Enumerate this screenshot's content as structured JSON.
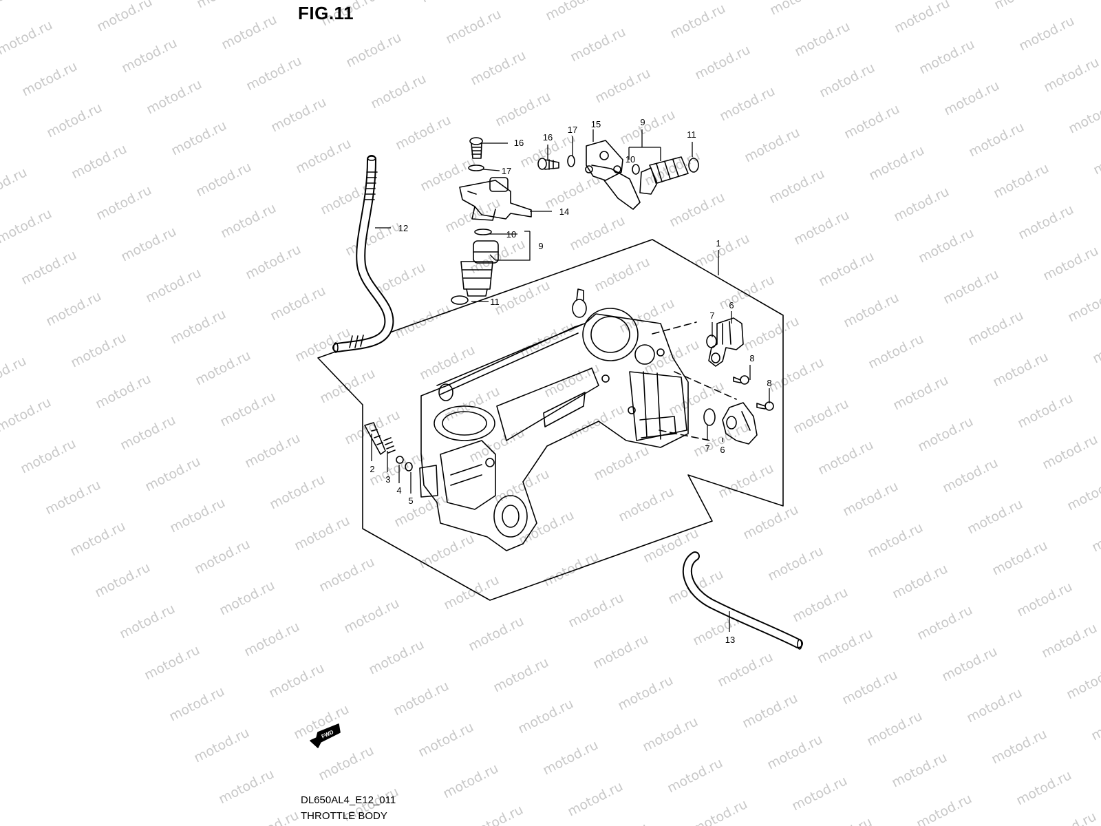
{
  "figure": {
    "title": "FIG.11",
    "code": "DL650AL4_E12_011",
    "caption": "THROTTLE BODY"
  },
  "watermark": {
    "text": "motod.ru",
    "color": "#c8c8c8"
  },
  "fwd_marker": {
    "text": "FWD"
  },
  "callouts": [
    {
      "id": "1",
      "label": "1"
    },
    {
      "id": "2",
      "label": "2"
    },
    {
      "id": "3",
      "label": "3"
    },
    {
      "id": "4",
      "label": "4"
    },
    {
      "id": "5",
      "label": "5"
    },
    {
      "id": "6a",
      "label": "6"
    },
    {
      "id": "6b",
      "label": "6"
    },
    {
      "id": "7a",
      "label": "7"
    },
    {
      "id": "7b",
      "label": "7"
    },
    {
      "id": "8a",
      "label": "8"
    },
    {
      "id": "8b",
      "label": "8"
    },
    {
      "id": "9a",
      "label": "9"
    },
    {
      "id": "9b",
      "label": "9"
    },
    {
      "id": "10a",
      "label": "10"
    },
    {
      "id": "10b",
      "label": "10"
    },
    {
      "id": "11a",
      "label": "11"
    },
    {
      "id": "11b",
      "label": "11"
    },
    {
      "id": "12",
      "label": "12"
    },
    {
      "id": "13",
      "label": "13"
    },
    {
      "id": "14",
      "label": "14"
    },
    {
      "id": "15",
      "label": "15"
    },
    {
      "id": "16a",
      "label": "16"
    },
    {
      "id": "16b",
      "label": "16"
    },
    {
      "id": "17a",
      "label": "17"
    },
    {
      "id": "17b",
      "label": "17"
    }
  ]
}
